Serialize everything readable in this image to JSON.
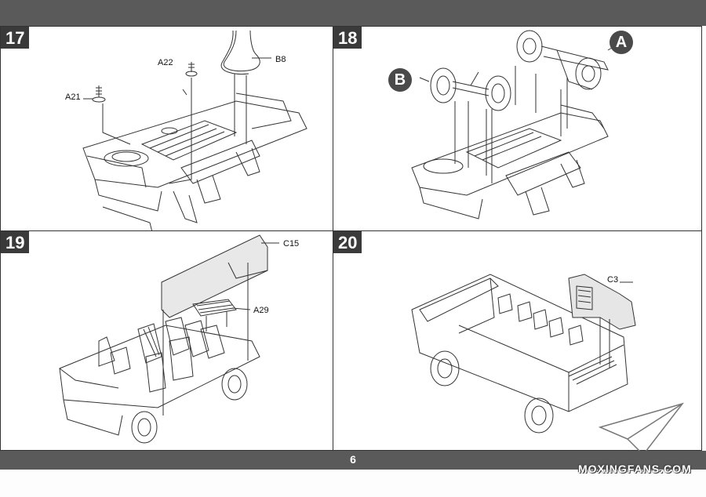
{
  "page": {
    "number": "6"
  },
  "watermark": {
    "text": "MOXINGFANS.COM"
  },
  "steps": [
    {
      "number": "17",
      "labels": {
        "a21": "A21",
        "a22": "A22",
        "b8": "B8"
      }
    },
    {
      "number": "18",
      "badges": {
        "a": "A",
        "b": "B"
      }
    },
    {
      "number": "19",
      "labels": {
        "c15": "C15",
        "a29": "A29"
      }
    },
    {
      "number": "20",
      "labels": {
        "c3": "C3"
      }
    }
  ]
}
